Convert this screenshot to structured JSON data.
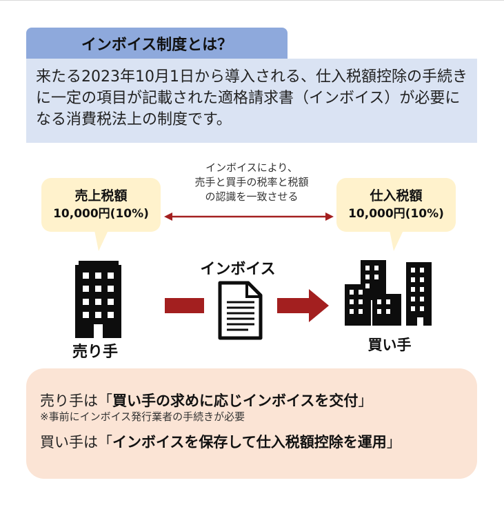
{
  "header": {
    "title": "インボイス制度とは？",
    "description": "来たる2023年10月1日から導入される、仕入税額控除の手続きに一定の項目が記載された適格請求書（インボイス）が必要になる消費税法上の制度です。"
  },
  "diagram": {
    "note_lines": [
      "インボイスにより、",
      "売手と買手の税率と税額",
      "の認識を一致させる"
    ],
    "seller": {
      "label": "売り手",
      "bubble_title": "売上税額",
      "bubble_value": "10,000円(10%)"
    },
    "buyer": {
      "label": "買い手",
      "bubble_title": "仕入税額",
      "bubble_value": "10,000円(10%)"
    },
    "document_label": "インボイス",
    "colors": {
      "arrow": "#a31f1f",
      "title_tab": "#8ea9dc",
      "intro_bg": "#dae3f3",
      "bubble_bg": "#fff2cc",
      "summary_bg": "#fbe4d5"
    }
  },
  "summary": {
    "seller_prefix": "売り手は「",
    "seller_emphasis": "買い手の求めに応じインボイスを交付",
    "seller_suffix": "」",
    "seller_note": "※事前にインボイス発行業者の手続きが必要",
    "buyer_prefix": "買い手は「",
    "buyer_emphasis": "インボイスを保存して仕入税額控除を運用",
    "buyer_suffix": "」"
  }
}
